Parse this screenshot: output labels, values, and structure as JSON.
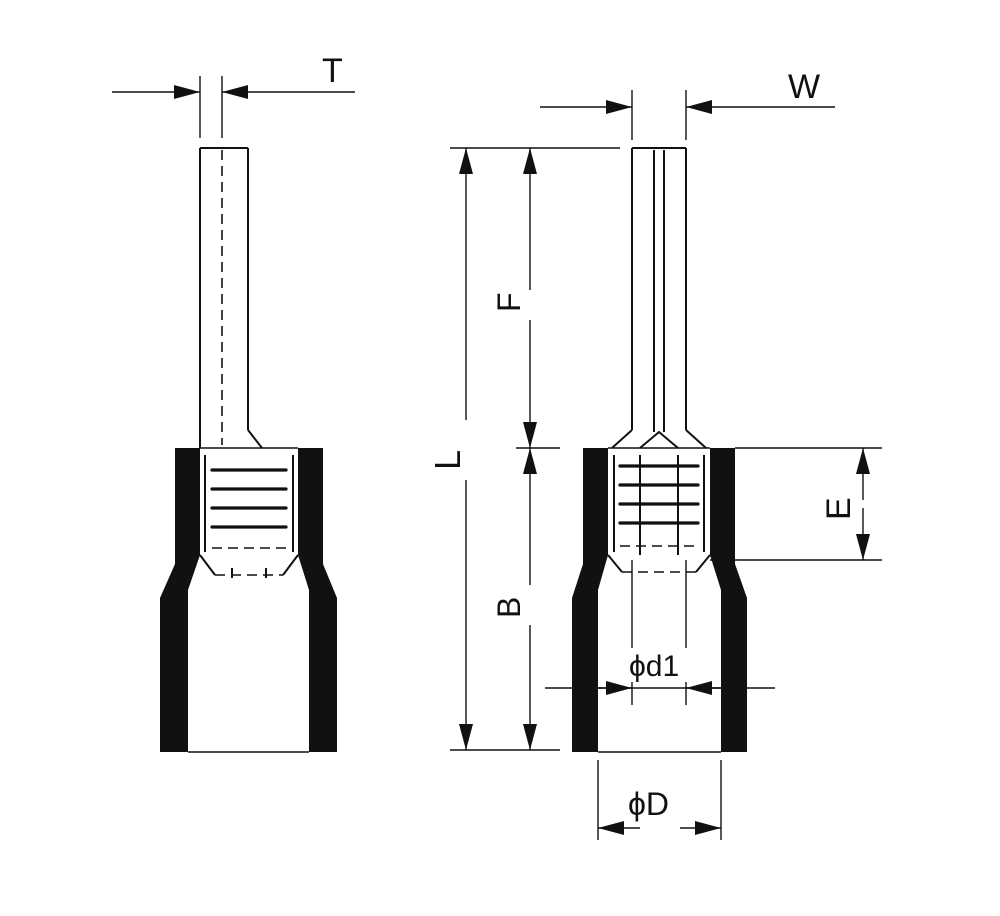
{
  "labels": {
    "T": "T",
    "W": "W",
    "L": "L",
    "F": "F",
    "B": "B",
    "E": "E",
    "d1": "ϕd1",
    "D": "ϕD"
  },
  "colors": {
    "ink": "#111111",
    "background": "#ffffff"
  }
}
